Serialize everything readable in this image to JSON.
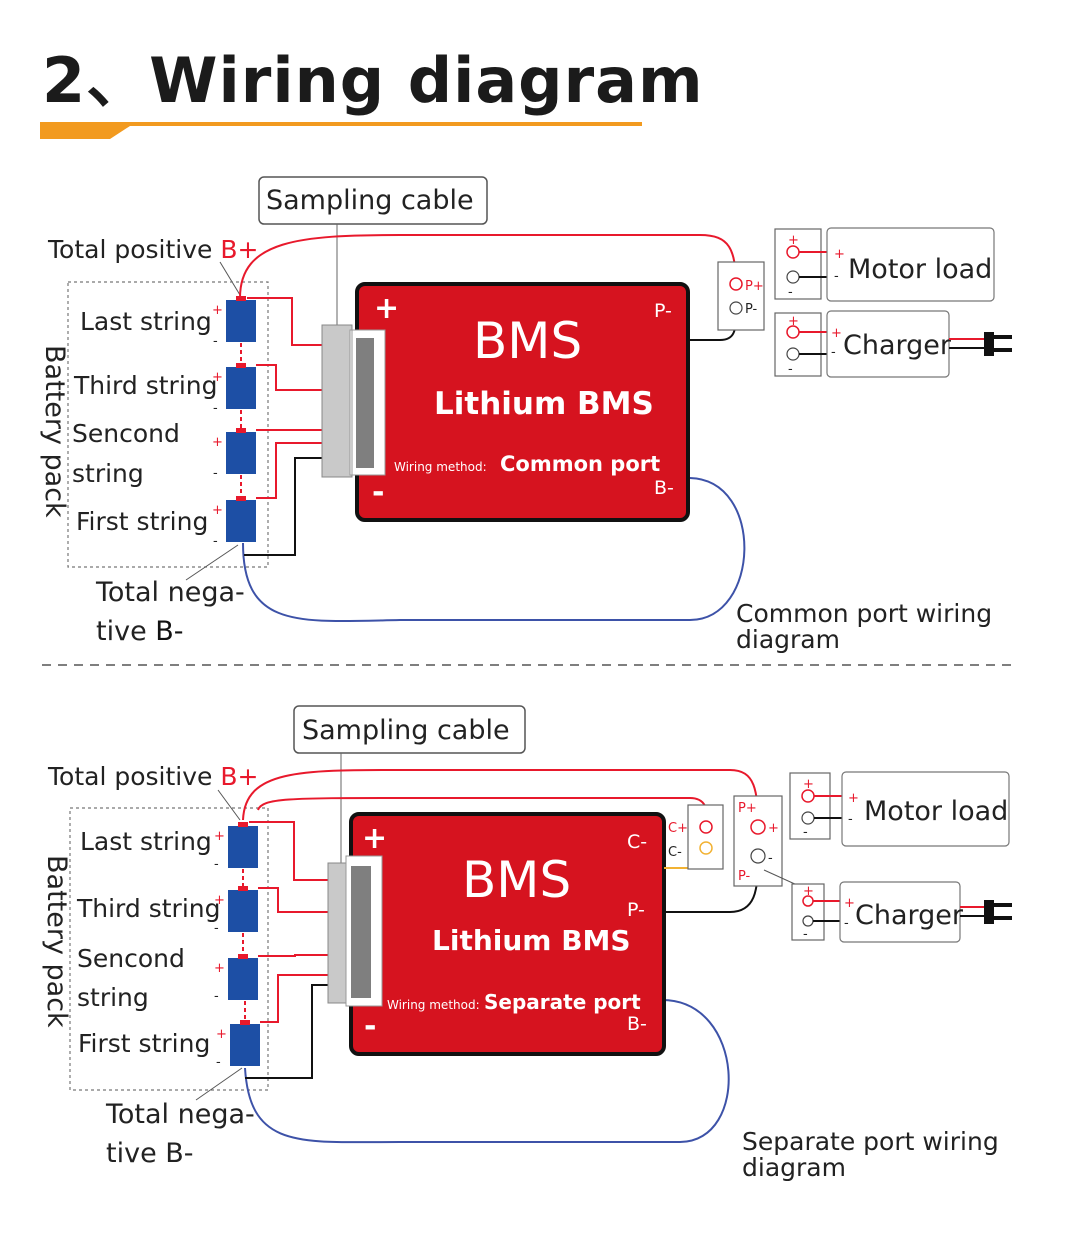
{
  "title": "2、Wiring diagram",
  "colors": {
    "accent": "#f29a1f",
    "bms_red": "#d6131f",
    "cell_blue": "#1d4fa5",
    "wire_red": "#e8192c",
    "wire_blue": "#3d52a8",
    "wire_black": "#111111",
    "wire_yellow": "#f2b233"
  },
  "diagrams": [
    {
      "sampling_cable": "Sampling cable",
      "total_positive": "Total positive ",
      "total_positive_b": "B+",
      "strings": [
        "Last string",
        "Third string",
        "Sencond",
        "string",
        "First string"
      ],
      "battery_pack": "Battery pack",
      "total_negative_1": "Total nega-",
      "total_negative_2": "tive ",
      "total_negative_b": "B-",
      "bms_plus": "+",
      "bms_minus": "-",
      "bms_title": "BMS",
      "bms_subtitle": "Lithium BMS",
      "wiring_method_label": "Wiring method:",
      "wiring_method_value": "Common port",
      "p_minus": "P-",
      "b_minus": "B-",
      "conn_p_plus": "P+",
      "conn_p_minus": "P-",
      "motor_load": "Motor load",
      "charger": "Charger",
      "caption_1": "Common port wiring",
      "caption_2": "diagram"
    },
    {
      "sampling_cable": "Sampling cable",
      "total_positive": "Total positive ",
      "total_positive_b": "B+",
      "strings": [
        "Last string",
        "Third string",
        "Sencond",
        "string",
        "First string"
      ],
      "battery_pack": "Battery pack",
      "total_negative_1": "Total nega-",
      "total_negative_2": "tive B-",
      "bms_plus": "+",
      "bms_minus": "-",
      "bms_title": "BMS",
      "bms_subtitle": "Lithium BMS",
      "wiring_method_label": "Wiring method:",
      "wiring_method_value": "Separate port",
      "c_minus": "C-",
      "p_minus": "P-",
      "b_minus": "B-",
      "conn_c_plus": "C+",
      "conn_c_minus": "C-",
      "conn_p_plus": "P+",
      "conn_p_minus": "P-",
      "motor_load": "Motor load",
      "charger": "Charger",
      "caption_1": "Separate port wiring",
      "caption_2": "diagram"
    }
  ]
}
